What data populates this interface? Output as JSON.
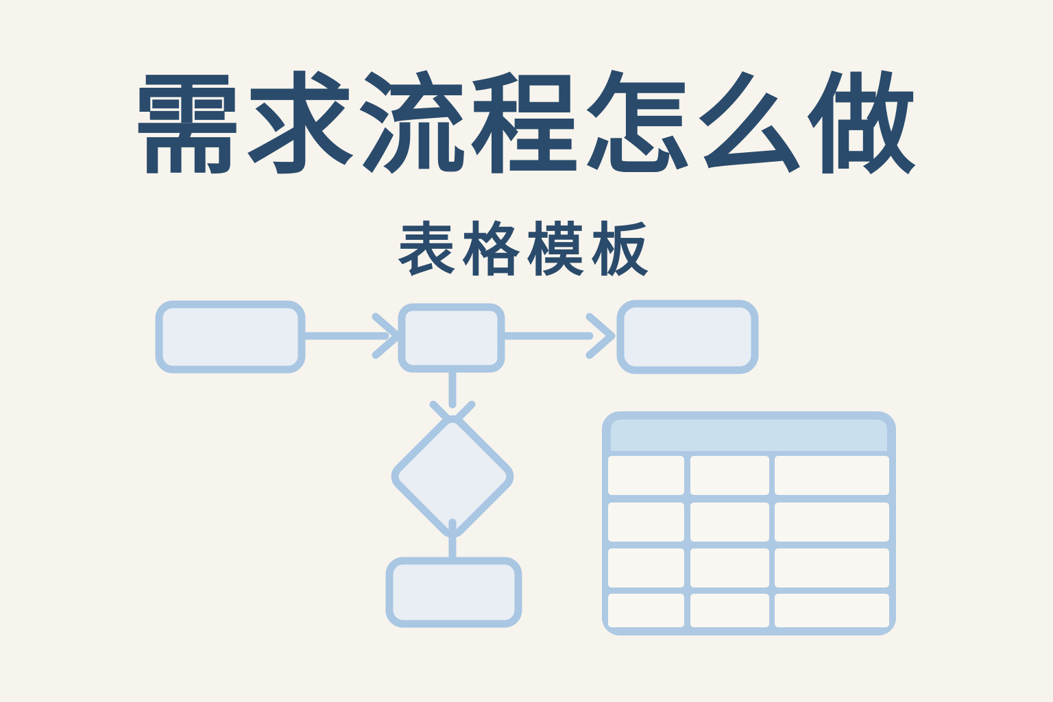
{
  "page": {
    "title": "需求流程怎么做",
    "subtitle": "表格模板"
  },
  "colors": {
    "background": "#f7f4ee",
    "title_text": "#2a4b6b",
    "shape_stroke": "#a9c6e2",
    "shape_fill": "#e8eef4",
    "table_frame": "#aec9e3",
    "table_header_fill": "#c9dfee",
    "table_cell_fill": "#f9f7f1"
  },
  "flowchart": {
    "nodes": [
      {
        "id": "step-1",
        "type": "process",
        "label": ""
      },
      {
        "id": "step-2",
        "type": "process",
        "label": ""
      },
      {
        "id": "step-3",
        "type": "process",
        "label": ""
      },
      {
        "id": "decision-1",
        "type": "decision",
        "label": ""
      },
      {
        "id": "result-1",
        "type": "process",
        "label": ""
      }
    ],
    "connections": [
      {
        "from": "step-1",
        "to": "step-2",
        "style": "arrow"
      },
      {
        "from": "step-2",
        "to": "step-3",
        "style": "arrow"
      },
      {
        "from": "step-2",
        "to": "decision-1",
        "style": "arrow"
      },
      {
        "from": "decision-1",
        "to": "result-1",
        "style": "line"
      }
    ]
  },
  "table": {
    "columns": 3,
    "body_rows": 4,
    "header_cells": [
      ""
    ],
    "cells": [
      [
        "",
        "",
        ""
      ],
      [
        "",
        "",
        ""
      ],
      [
        "",
        "",
        ""
      ],
      [
        "",
        "",
        ""
      ]
    ]
  }
}
